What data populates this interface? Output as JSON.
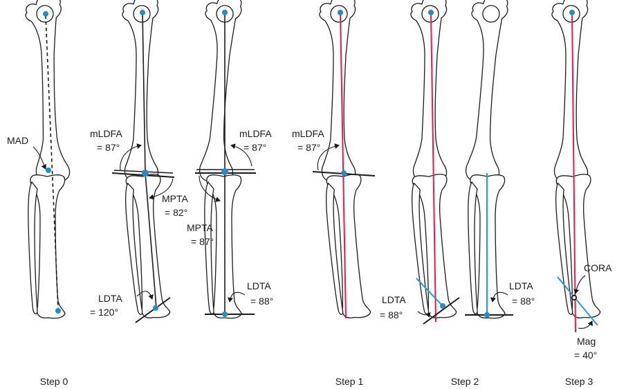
{
  "colors": {
    "mechanical_axis": "#e8194a",
    "tibial_axis": "#1aa0d8",
    "joint_point": "#1b8fd0",
    "outline": "#1a1a1a"
  },
  "labels": {
    "mad": "MAD",
    "mldfa_1": "mLDFA",
    "mldfa_1_value": "= 87°",
    "mpta_1": "MPTA",
    "mpta_1_value": "= 82°",
    "ldta_1": "LDTA",
    "ldta_1_value": "= 120°",
    "mldfa_2": "mLDFA",
    "mldfa_2_value": "= 87°",
    "mpta_2": "MPTA",
    "mpta_2_value": "= 87°",
    "ldta_2": "LDTA",
    "ldta_2_value": "= 88°",
    "mldfa_3": "mLDFA",
    "mldfa_3_value": "= 87°",
    "ldta_3": "LDTA",
    "ldta_3_value": "= 88°",
    "ldta_4": "LDTA",
    "ldta_4_value": "= 88°",
    "cora": "CORA",
    "mag": "Mag",
    "mag_value": "= 40°"
  },
  "steps": [
    "Step 0",
    "Step 1",
    "Step 2",
    "Step 3"
  ]
}
